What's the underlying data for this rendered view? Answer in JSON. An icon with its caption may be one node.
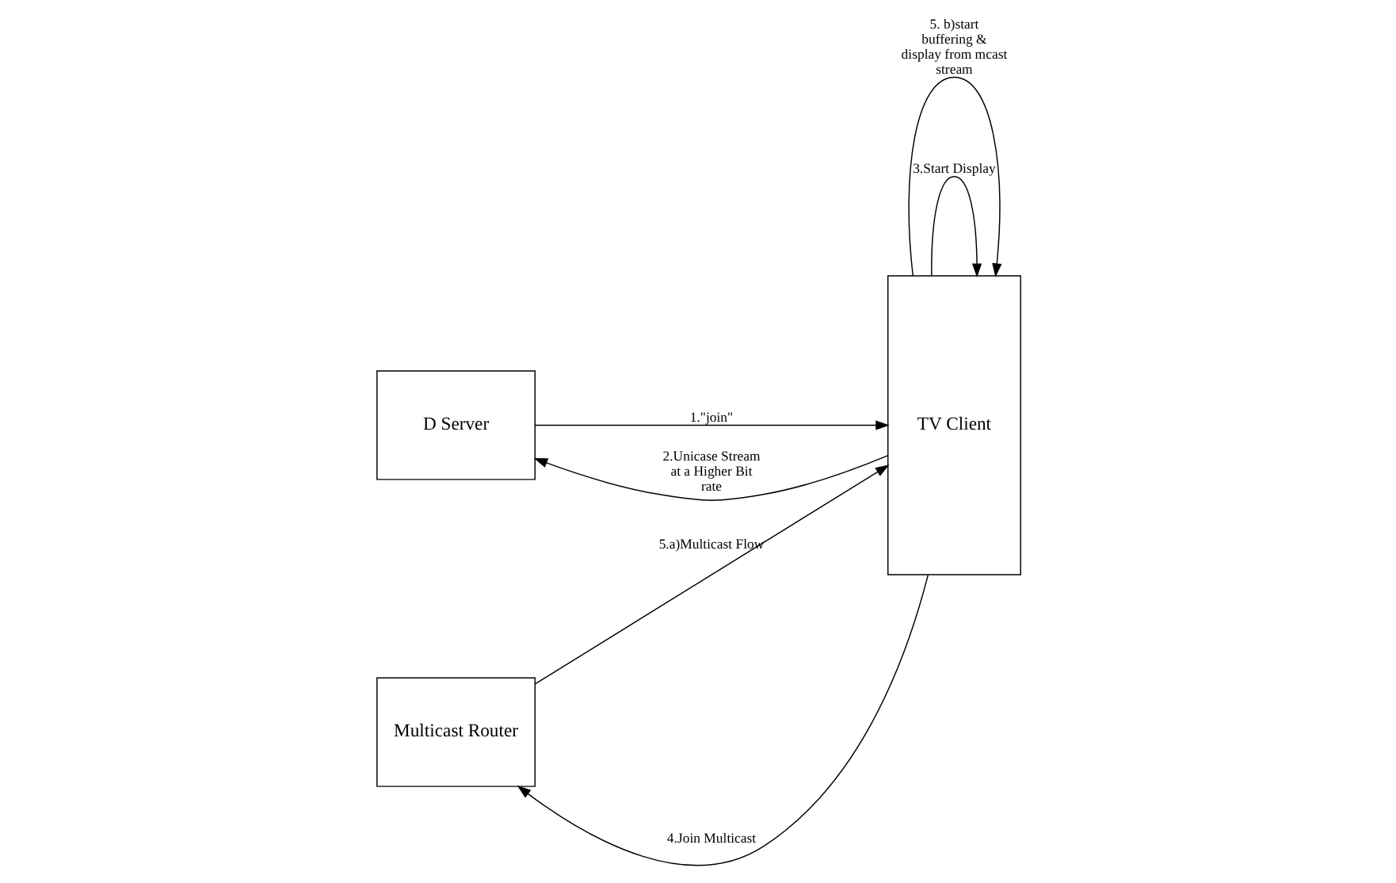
{
  "diagram": {
    "nodes": [
      {
        "text": [
          "D Server"
        ]
      },
      {
        "text": [
          "TV Client"
        ]
      },
      {
        "text": [
          "Multicast Router"
        ]
      }
    ],
    "edges": [
      {
        "from": 0,
        "to": 1,
        "arrow": "to",
        "label": "1.\"join\""
      },
      {
        "from": 1,
        "to": 0,
        "arrow": "to",
        "label": "2.Unicase Stream at a Higher Bit rate"
      },
      {
        "from": 1,
        "to": 1,
        "arrow": "to",
        "label": "3.Start Display"
      },
      {
        "from": 1,
        "to": 2,
        "arrow": "to",
        "label": "4.Join Multicast"
      },
      {
        "from": 2,
        "to": 1,
        "arrow": "to",
        "label": "5.a)Multicast Flow"
      },
      {
        "from": 1,
        "to": 1,
        "arrow": "to",
        "label": "5. b)start buffering & display from mcast stream"
      }
    ]
  }
}
